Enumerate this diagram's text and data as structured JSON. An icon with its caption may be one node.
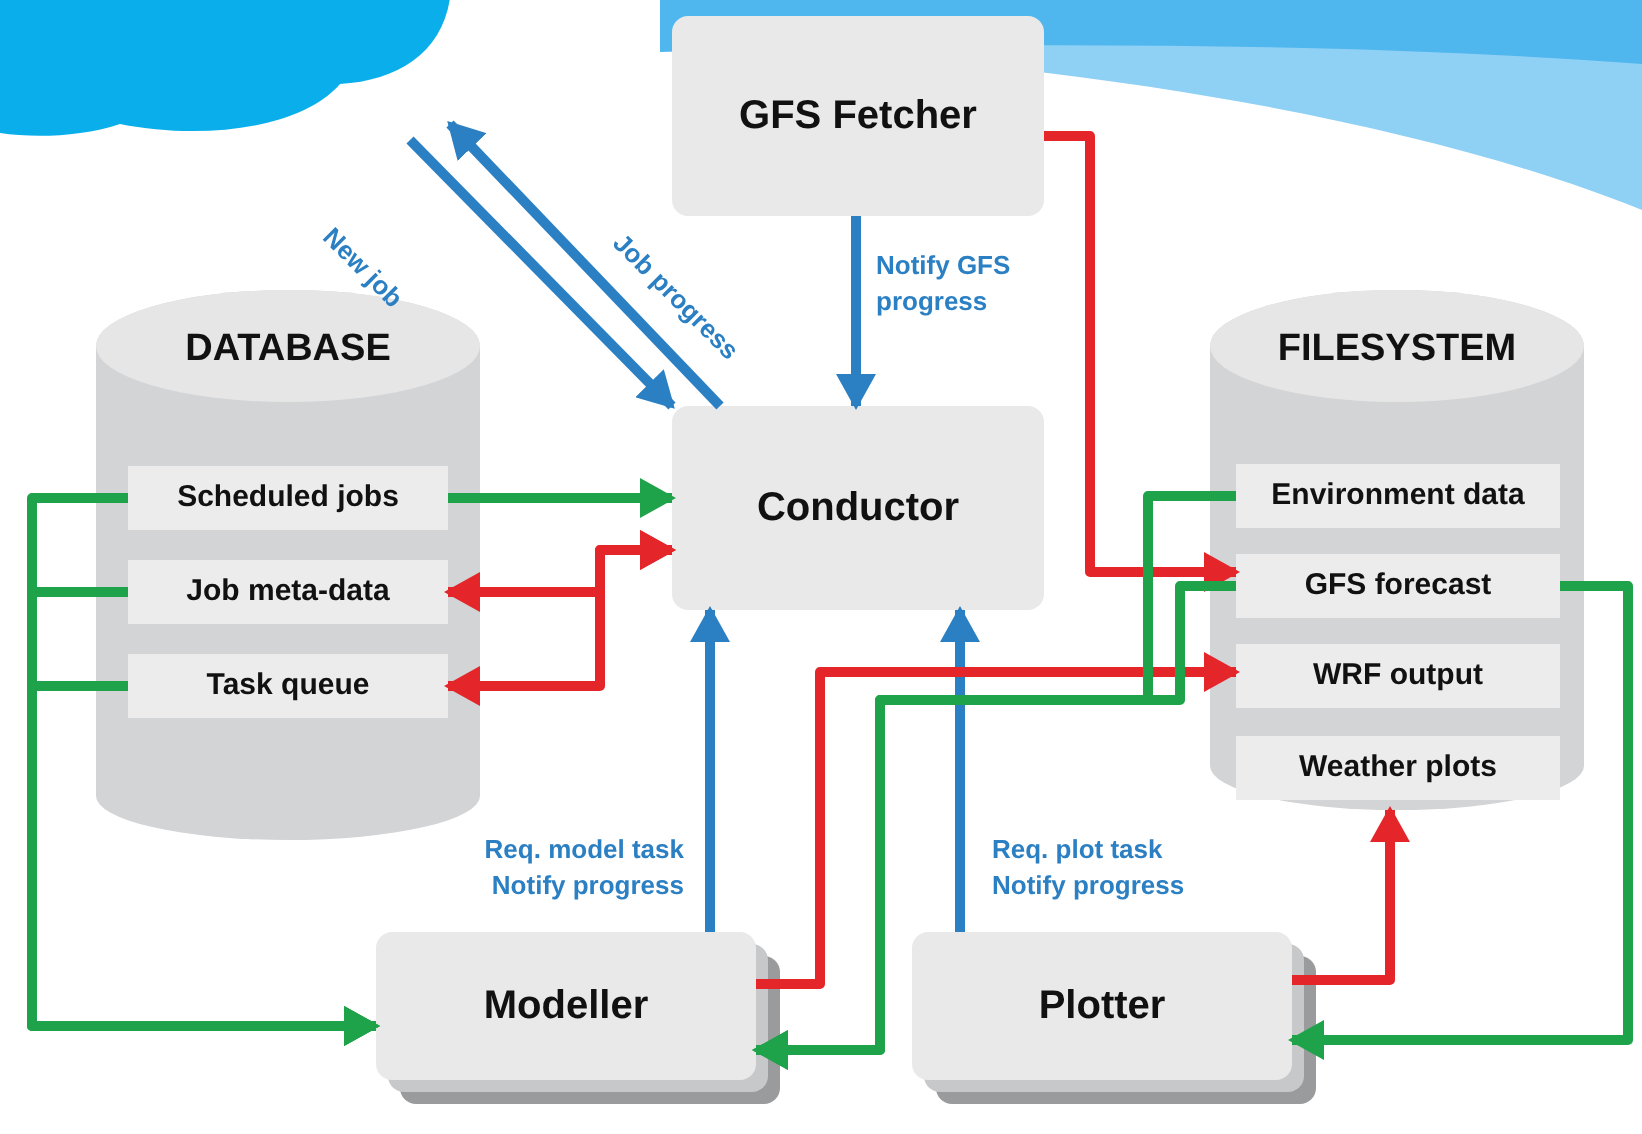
{
  "diagram": {
    "nodes": [
      {
        "text": [],
        "shape": "cloud"
      },
      {
        "text": [
          "GFS Fetcher"
        ]
      },
      {
        "text": [
          "DATABASE"
        ]
      },
      {
        "text": [
          "Scheduled jobs"
        ],
        "in": 2
      },
      {
        "text": [
          "Job meta-data"
        ],
        "in": 2
      },
      {
        "text": [
          "Task queue"
        ],
        "in": 2
      },
      {
        "text": [
          "Conductor"
        ]
      },
      {
        "text": [
          "FILESYSTEM"
        ]
      },
      {
        "text": [
          "Environment data"
        ],
        "in": 7
      },
      {
        "text": [
          "GFS forecast"
        ],
        "in": 7
      },
      {
        "text": [
          "WRF output"
        ],
        "in": 7
      },
      {
        "text": [
          "Weather plots"
        ],
        "in": 7
      },
      {
        "text": [
          "Modeller"
        ]
      },
      {
        "text": [
          "Plotter"
        ]
      }
    ],
    "edges": [
      {
        "from": 0,
        "to": 6,
        "arrow": "to",
        "label": "New job",
        "color": "#2b7fc3"
      },
      {
        "from": 6,
        "to": 0,
        "arrow": "to",
        "label": "Job progress",
        "color": "#2b7fc3"
      },
      {
        "from": 1,
        "to": 6,
        "arrow": "to",
        "label": "Notify GFS progress",
        "color": "#2b7fc3"
      },
      {
        "from": 3,
        "to": 6,
        "arrow": "to"
      },
      {
        "from": 6,
        "to": 4,
        "arrow": "both",
        "color": "#e4262b"
      },
      {
        "from": 6,
        "to": 5,
        "arrow": "both",
        "color": "#e4262b"
      },
      {
        "from": 3,
        "to": 12,
        "arrow": "to"
      },
      {
        "from": 4,
        "to": 12,
        "arrow": "to"
      },
      {
        "from": 5,
        "to": 12,
        "arrow": "to"
      },
      {
        "from": 12,
        "to": 6,
        "arrow": "to",
        "label": "Req. model task Notify progress",
        "color": "#2b7fc3"
      },
      {
        "from": 13,
        "to": 6,
        "arrow": "to",
        "label": "Req. plot task Notify progress",
        "color": "#2b7fc3"
      },
      {
        "from": 1,
        "to": 9,
        "arrow": "to",
        "color": "#e4262b"
      },
      {
        "from": 12,
        "to": 10,
        "arrow": "to",
        "color": "#e4262b"
      },
      {
        "from": 13,
        "to": 7,
        "arrow": "to",
        "color": "#e4262b"
      },
      {
        "from": 8,
        "to": 12,
        "arrow": "to"
      },
      {
        "from": 9,
        "to": 12,
        "arrow": "to"
      },
      {
        "from": 9,
        "to": 13,
        "arrow": "to"
      }
    ]
  }
}
